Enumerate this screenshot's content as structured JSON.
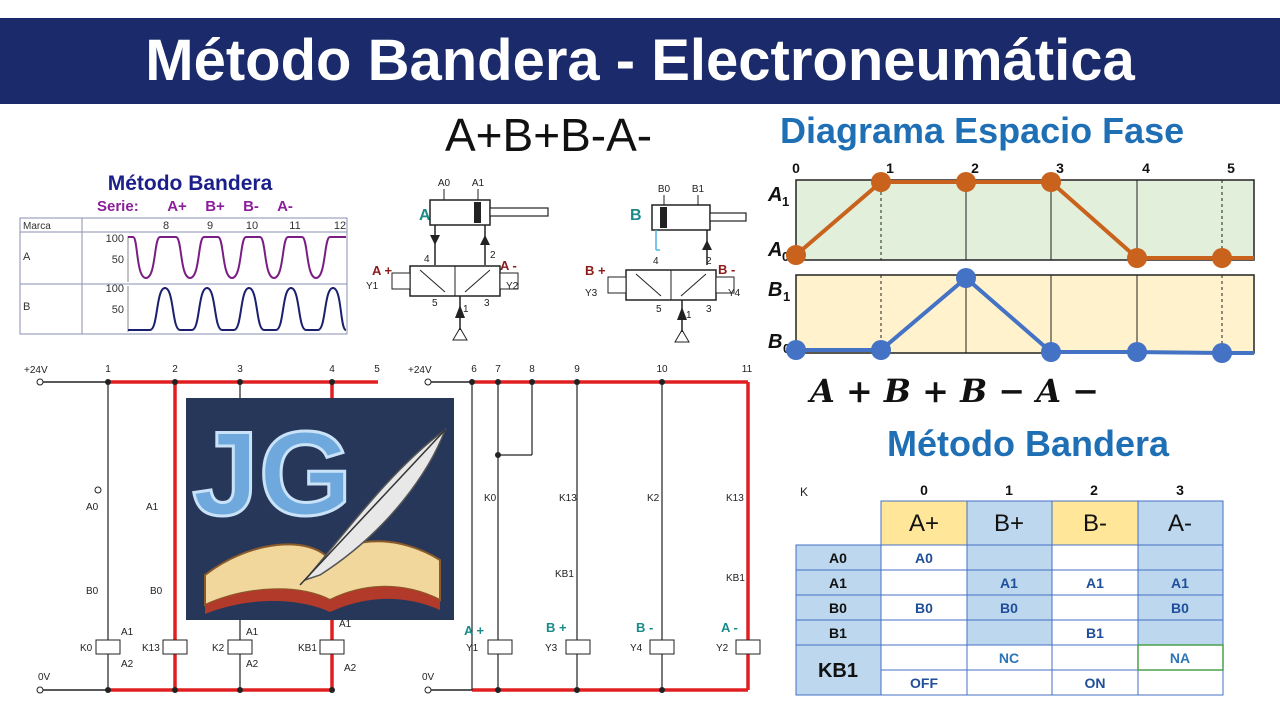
{
  "header": {
    "title": "Método Bandera - Electroneumática"
  },
  "sequence": "A+B+B-A-",
  "sequence_math": "A + B + B − A −",
  "timing": {
    "title": "Método Bandera",
    "serie_label": "Serie:",
    "serie_steps": [
      "A+",
      "B+",
      "B-",
      "A-"
    ],
    "marca_label": "Marca",
    "step_numbers": [
      "8",
      "9",
      "10",
      "11",
      "12"
    ],
    "rows": [
      "A",
      "B"
    ],
    "y_ticks": [
      "100",
      "50"
    ]
  },
  "valves": {
    "a": {
      "cyl": "A",
      "sensors": [
        "A0",
        "A1"
      ],
      "plus": "A +",
      "minus": "A -",
      "coils": [
        "Y1",
        "Y2"
      ],
      "ports": [
        "4",
        "2",
        "5",
        "1",
        "3"
      ]
    },
    "b": {
      "cyl": "B",
      "sensors": [
        "B0",
        "B1"
      ],
      "plus": "B +",
      "minus": "B -",
      "coils": [
        "Y3",
        "Y4"
      ],
      "ports": [
        "4",
        "2",
        "5",
        "1",
        "3"
      ]
    }
  },
  "ladder_left": {
    "supply": "+24V",
    "ground": "0V",
    "rungs": [
      "1",
      "2",
      "3",
      "4",
      "5"
    ],
    "contacts": [
      "A0",
      "A1",
      "B0",
      "B0"
    ],
    "coils": [
      "K0",
      "K13",
      "K2",
      "KB1"
    ],
    "coil_pins": [
      "A1",
      "A2"
    ]
  },
  "ladder_right": {
    "supply": "+24V",
    "ground": "0V",
    "rungs": [
      "6",
      "7",
      "8",
      "9",
      "10",
      "11"
    ],
    "contacts": [
      "K0",
      "K13",
      "KB1",
      "K2",
      "K13",
      "KB1"
    ],
    "outputs": [
      "A +",
      "B +",
      "B -",
      "A -"
    ],
    "coils": [
      "Y1",
      "Y3",
      "Y4",
      "Y2"
    ]
  },
  "logo": {
    "text": "JG"
  },
  "diagram": {
    "title": "Diagrama Espacio Fase",
    "steps": [
      "0",
      "1",
      "2",
      "3",
      "4",
      "5"
    ],
    "labels": {
      "a1": "A",
      "a1_sub": "1",
      "a0": "A",
      "a0_sub": "0",
      "b1": "B",
      "b1_sub": "1",
      "b0": "B",
      "b0_sub": "0"
    },
    "colors": {
      "a": "#c8621c",
      "b": "#4472c4",
      "a_bg": "#e2efda",
      "b_bg": "#fff2cc"
    }
  },
  "table": {
    "title": "Método Bandera",
    "k_label": "K",
    "k_values": [
      "0",
      "1",
      "2",
      "3"
    ],
    "headers": [
      "A+",
      "B+",
      "B-",
      "A-"
    ],
    "rows": [
      {
        "label": "A0",
        "cells": [
          "A0",
          "",
          "",
          ""
        ]
      },
      {
        "label": "A1",
        "cells": [
          "",
          "A1",
          "A1",
          "A1"
        ]
      },
      {
        "label": "B0",
        "cells": [
          "B0",
          "B0",
          "",
          "B0"
        ]
      },
      {
        "label": "B1",
        "cells": [
          "",
          "",
          "B1",
          ""
        ]
      }
    ],
    "kb1": {
      "label": "KB1",
      "row1": [
        "",
        "NC",
        "",
        "NA"
      ],
      "row2": [
        "OFF",
        "",
        "ON",
        ""
      ]
    }
  }
}
